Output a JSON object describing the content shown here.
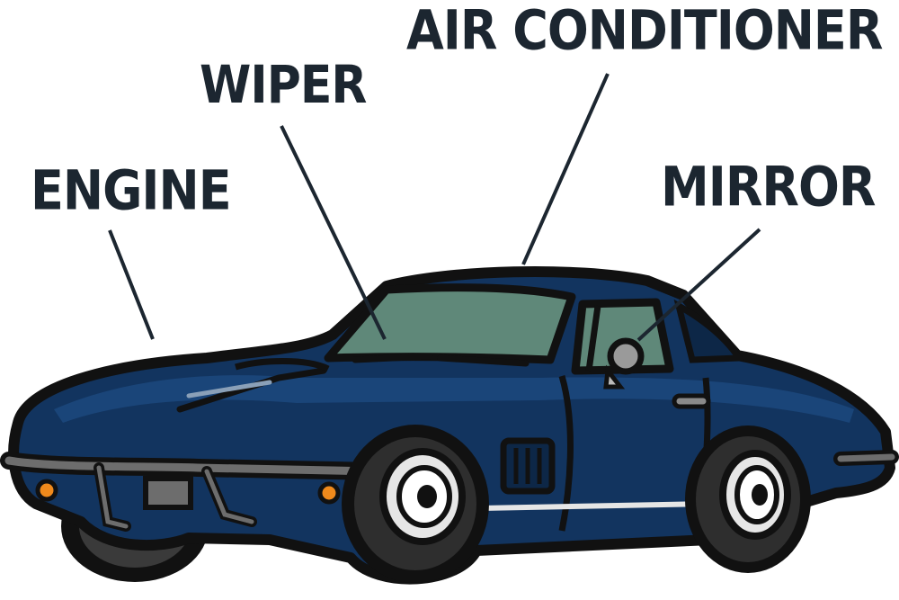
{
  "labels": {
    "air_conditioner": "AIR CONDITIONER",
    "wiper": "WIPER",
    "engine": "ENGINE",
    "mirror": "MIRROR"
  },
  "colors": {
    "body": "#12345f",
    "body_shade": "#0d2747",
    "body_highlight": "#1d4a80",
    "outline": "#111111",
    "glass": "#5f8879",
    "tire": "#222222",
    "rim": "#e6e6e6",
    "chrome": "#6d6d6d",
    "indicator": "#f08a1c",
    "label_text": "#1c2630",
    "leader_line": "#1c2630"
  }
}
